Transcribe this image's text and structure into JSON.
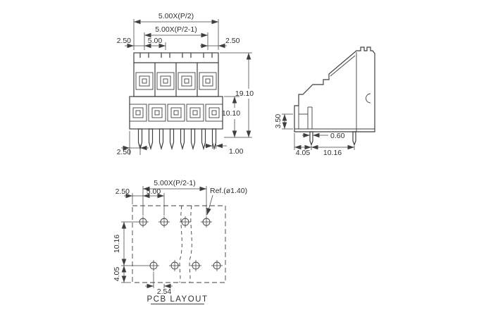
{
  "app": {
    "background": "#ffffff",
    "line_color": "#3f3f3f"
  },
  "front_view": {
    "dim_width_outer": "5.00X(P/2)",
    "dim_width_inner": "5.00X(P/2-1)",
    "dim_left_margin": "2.50",
    "dim_pitch": "5.00",
    "dim_right_margin": "2.50",
    "dim_total_height": "19.10",
    "dim_lower_height": "10.10",
    "dim_pin_offset": "2.50",
    "dim_pin_width": "1.00"
  },
  "side_view": {
    "dim_ledge_height": "3.50",
    "dim_pin_thickness": "0.60",
    "dim_edge_to_pin": "4.05",
    "dim_row_pitch": "10.16"
  },
  "pcb_view": {
    "dim_width_inner": "5.00X(P/2-1)",
    "dim_left_margin": "2.50",
    "dim_pitch": "5.00",
    "hole_ref": "Ref.(ø1.40)",
    "dim_row_pitch": "10.16",
    "dim_bottom_margin": "4.05",
    "dim_stagger": "2.54",
    "caption": "PCB LAYOUT"
  }
}
